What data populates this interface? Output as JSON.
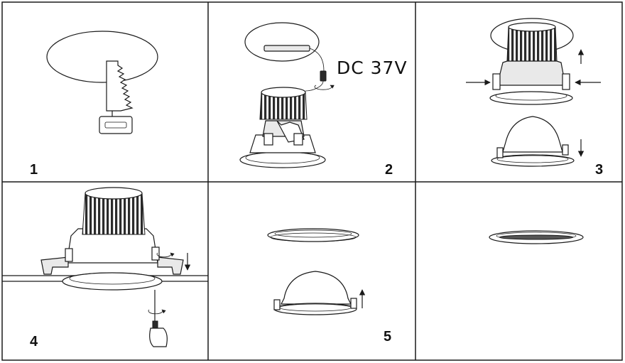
{
  "panels": [
    {
      "id": "p1",
      "step": "1"
    },
    {
      "id": "p2",
      "step": "2",
      "label": "DC  37V"
    },
    {
      "id": "p3",
      "step": "3"
    },
    {
      "id": "p4",
      "step": "4"
    },
    {
      "id": "p5",
      "step": "5"
    },
    {
      "id": "p6",
      "step": ""
    }
  ],
  "icons": {
    "saw": "hand-saw-icon",
    "driver": "screwdriver-icon",
    "rotate": "rotate-arrow-icon",
    "arrow": "direction-arrow-icon"
  },
  "colors": {
    "line": "#1a1a1a",
    "background": "#ffffff",
    "shade": "#2b2b2b"
  }
}
